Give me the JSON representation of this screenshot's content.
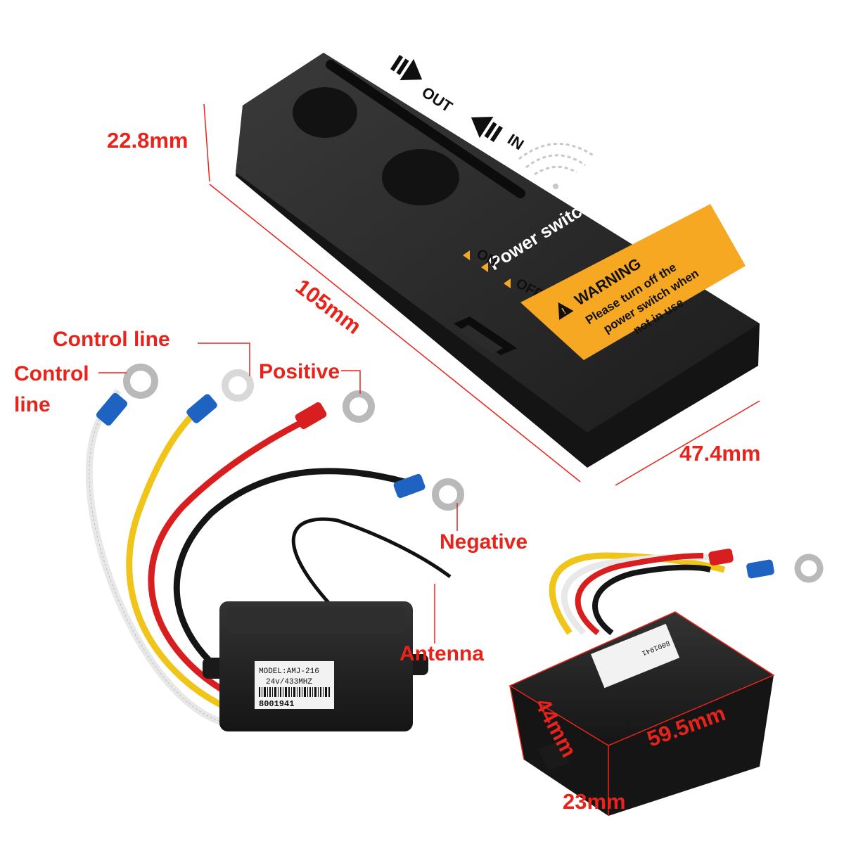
{
  "remote": {
    "out_label": "OUT",
    "in_label": "IN",
    "on_label": "ON",
    "off_label": "OFF",
    "power_switch": "Power switch",
    "warning_title": "WARNING",
    "warning_line1": "Please turn off the",
    "warning_line2": "power switch when",
    "warning_line3": "not in use"
  },
  "dimensions": {
    "height": "22.8mm",
    "length": "105mm",
    "width": "47.4mm",
    "rx_width": "44mm",
    "rx_length": "59.5mm",
    "rx_height": "23mm"
  },
  "wire_labels": {
    "control_line_top": "Control line",
    "control_line_left_1": "Control",
    "control_line_left_2": "line",
    "positive": "Positive",
    "negative": "Negative",
    "antenna": "Antenna"
  },
  "receiver": {
    "model": "MODEL:AMJ-216",
    "spec": "24v/433MHZ",
    "serial": "8001941"
  },
  "colors": {
    "annotation": "#e8231b",
    "warning_bg": "#f7a823",
    "device_body": "#2a2a2a"
  }
}
